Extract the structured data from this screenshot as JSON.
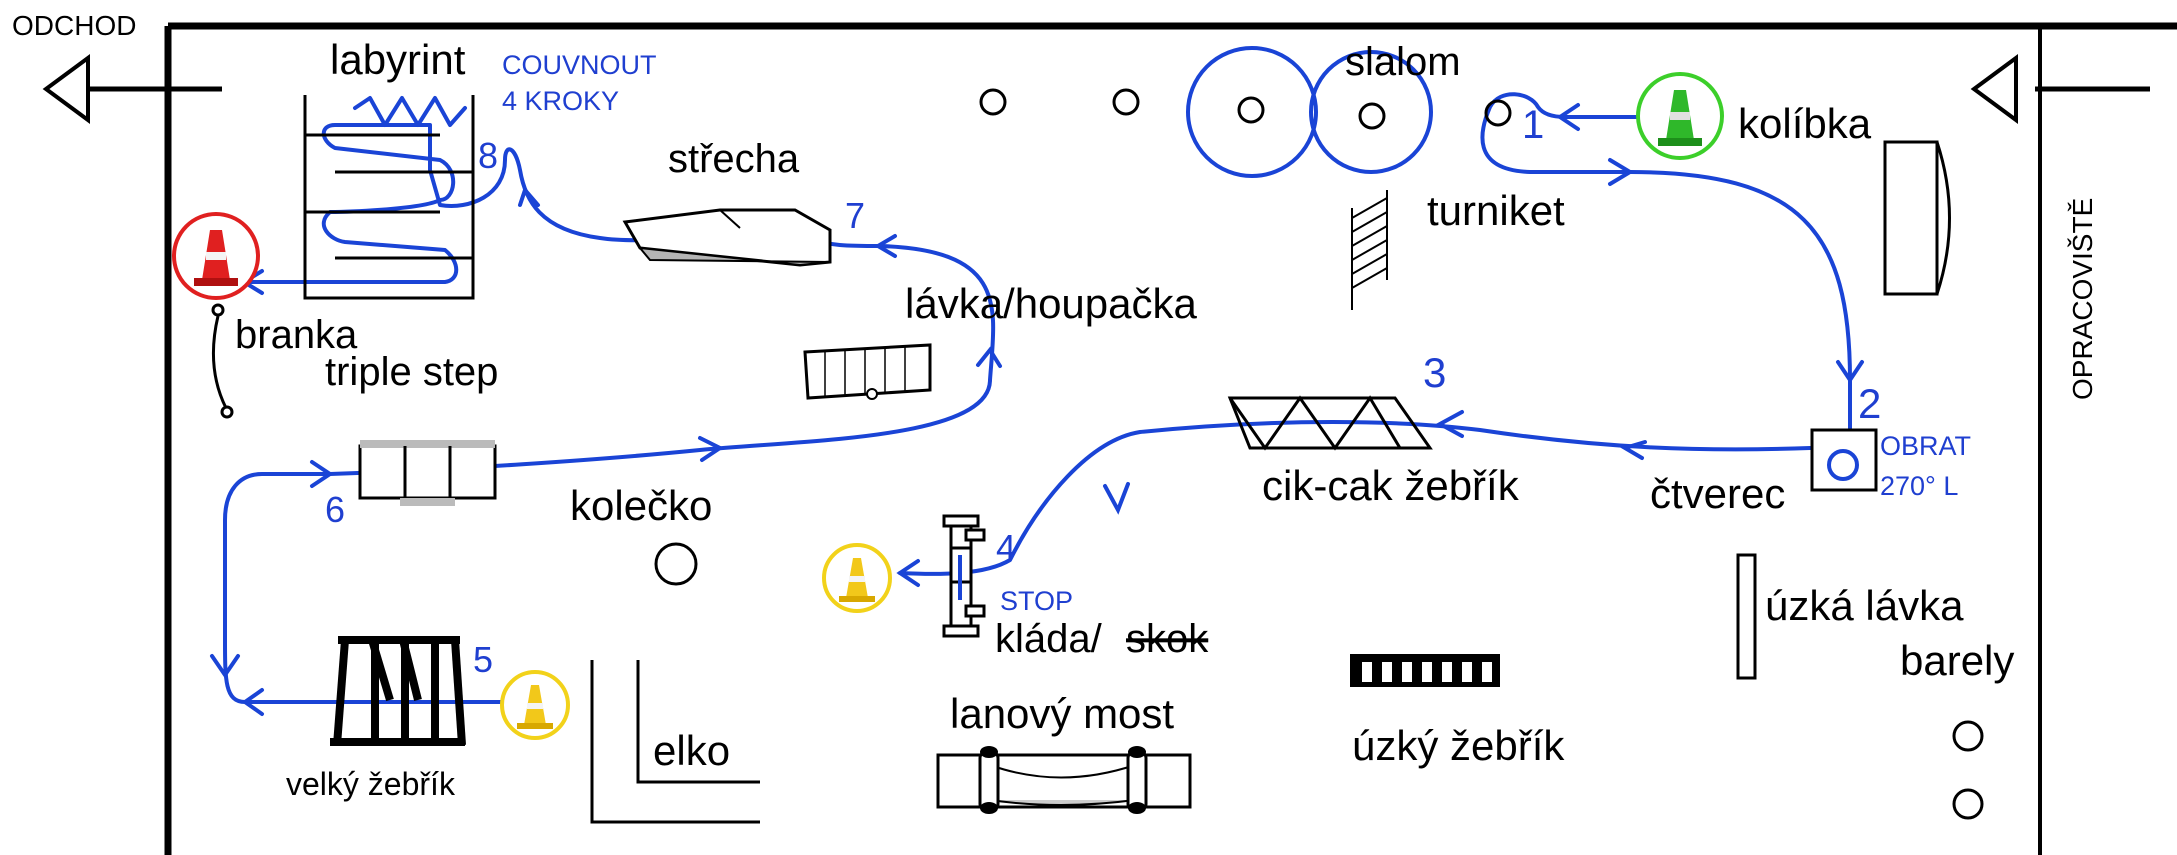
{
  "edges": {
    "exit": "ODCHOD",
    "warmup": "OPRACOVIŠTĚ"
  },
  "obstacles": {
    "labyrinth": "labyrint",
    "roof": "střecha",
    "gate": "branka",
    "triple_step": "triple step",
    "wheel": "kolečko",
    "big_ladder": "velký žebřík",
    "elko": "elko",
    "bridge_seesaw": "lávka/houpačka",
    "log_prefix": "kláda/",
    "log_struck": "skok",
    "rope_bridge": "lanový most",
    "slalom": "slalom",
    "cradle": "kolíbka",
    "turnstile": "turniket",
    "zigzag_ladder": "cik-cak žebřík",
    "square": "čtverec",
    "narrow_ladder": "úzký žebřík",
    "narrow_bridge": "úzká lávka",
    "barrels": "barely"
  },
  "route_notes": {
    "backup_line1": "COUVNOUT",
    "backup_line2": "4 KROKY",
    "turn_line1": "OBRAT",
    "turn_line2": "270° L",
    "stop": "STOP"
  },
  "route_steps": [
    "1",
    "2",
    "3",
    "4",
    "5",
    "6",
    "7",
    "8"
  ],
  "colors": {
    "route": "#1a44d6",
    "start_cone_ring": "#3ccf2a",
    "finish_cone_ring": "#e02020",
    "stop_cone_ring": "#f2d21a"
  }
}
